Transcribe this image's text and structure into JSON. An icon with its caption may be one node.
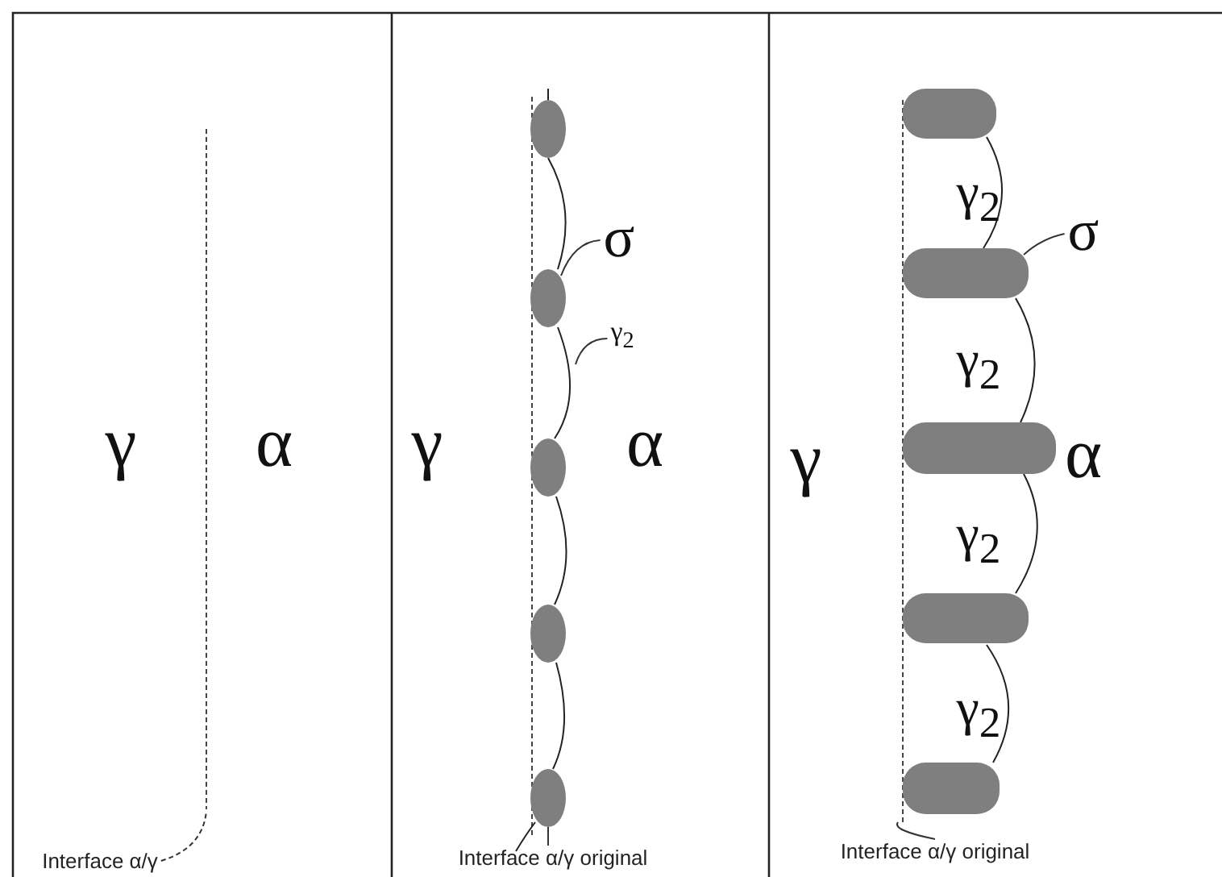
{
  "diagram": {
    "nodes": [
      {
        "text": [
          "Interface α/γ"
        ]
      },
      {
        "text": [],
        "shape": "circle"
      },
      {
        "text": [],
        "shape": "circle"
      },
      {
        "text": [],
        "shape": "circle"
      },
      {
        "text": [],
        "shape": "circle"
      },
      {
        "text": [],
        "shape": "circle"
      },
      {
        "text": [
          "σ"
        ]
      },
      {
        "text": [
          "γ$_{2}$"
        ]
      },
      {
        "text": [
          "Interface α/γ original"
        ]
      },
      {
        "text": [],
        "shape": "bar"
      },
      {
        "text": [],
        "shape": "bar"
      },
      {
        "text": [],
        "shape": "bar"
      },
      {
        "text": [],
        "shape": "bar"
      },
      {
        "text": [],
        "shape": "bar"
      },
      {
        "text": [
          "σ"
        ]
      },
      {
        "text": [
          "Interface α/γ original"
        ]
      }
    ],
    "edges": [
      {
        "from": 0,
        "to": null,
        "arrow": "none",
        "style": "dashed"
      },
      {
        "from": 6,
        "to": 2,
        "arrow": "none"
      },
      {
        "from": 7,
        "to": null,
        "arrow": "none"
      },
      {
        "from": 8,
        "to": 5,
        "arrow": "none"
      },
      {
        "from": 14,
        "to": 10,
        "arrow": "none"
      },
      {
        "from": 15,
        "to": null,
        "arrow": "none"
      }
    ],
    "labels": [
      "γ",
      "α",
      "γ",
      "α",
      "γ$_{2}$",
      "γ$_{2}$",
      "γ",
      "α",
      "γ$_{2}$",
      "γ$_{2}$"
    ]
  }
}
